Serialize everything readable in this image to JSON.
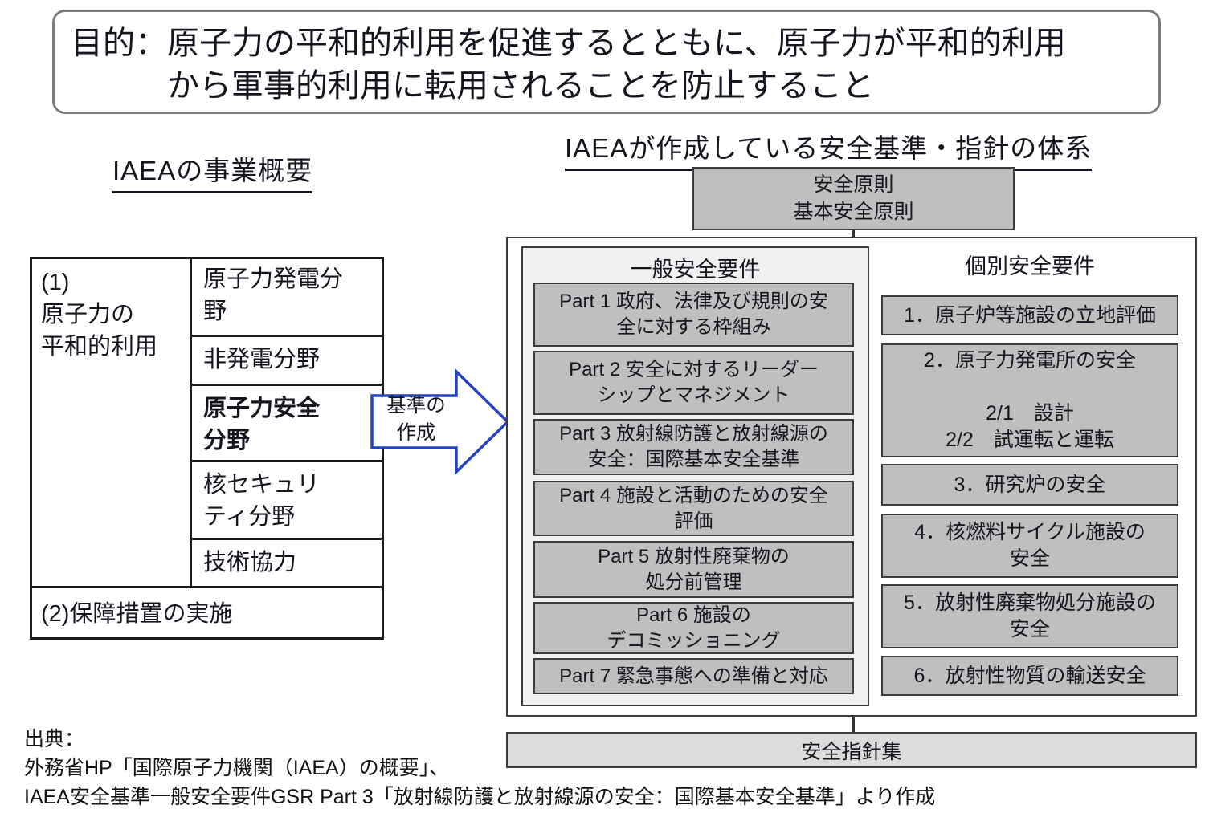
{
  "purpose": {
    "line1": "目的：原子力の平和的利用を促進するとともに、原子力が平和的利用",
    "line2": "から軍事的利用に転用されることを防止すること"
  },
  "left_section": {
    "title": "IAEAの事業概要",
    "table": {
      "group1_label": "(1)\n原子力の\n平和的利用",
      "rows": [
        "原子力発電分\n野",
        "非発電分野",
        "原子力安全\n分野",
        "核セキュリ\nティ分野",
        "技術協力"
      ],
      "footer": "(2)保障措置の実施"
    }
  },
  "arrow": {
    "label": "基準の\n作成"
  },
  "right_section": {
    "title": "IAEAが作成している安全基準・指針の体系",
    "top_box": "安全原則\n基本安全原則",
    "general": {
      "header": "一般安全要件",
      "parts": [
        "Part 1 政府、法律及び規則の安\n全に対する枠組み",
        "Part 2 安全に対するリーダー\nシップとマネジメント",
        "Part 3 放射線防護と放射線源の\n安全：国際基本安全基準",
        "Part 4 施設と活動のための安全\n評価",
        "Part 5 放射性廃棄物の\n処分前管理",
        "Part 6 施設の\nデコミッショニング",
        "Part 7 緊急事態への準備と対応"
      ]
    },
    "specific": {
      "header": "個別安全要件",
      "items": [
        "1．原子炉等施設の立地評価",
        "2．原子力発電所の安全\n\n2/1　設計\n2/2　試運転と運転",
        "3．研究炉の安全",
        "4．核燃料サイクル施設の\n安全",
        "5．放射性廃棄物処分施設の\n安全",
        "6．放射性物質の輸送安全"
      ]
    },
    "bottom_box": "安全指針集"
  },
  "source": {
    "line1": "出典：",
    "line2": "外務省HP「国際原子力機関（IAEA）の概要」、",
    "line3": "IAEA安全基準一般安全要件GSR Part 3「放射線防護と放射線源の安全：国際基本安全基準」より作成"
  },
  "colors": {
    "accent_blue": "#2343c5",
    "box_gray": "#bfbfbf",
    "panel_gray": "#f1f1f1",
    "light_gray": "#dcdcdc",
    "border_dark": "#3c3c3c",
    "line_black": "#1c1c1c",
    "title_border_gray": "#7d7d7d",
    "text": "#15151f"
  }
}
